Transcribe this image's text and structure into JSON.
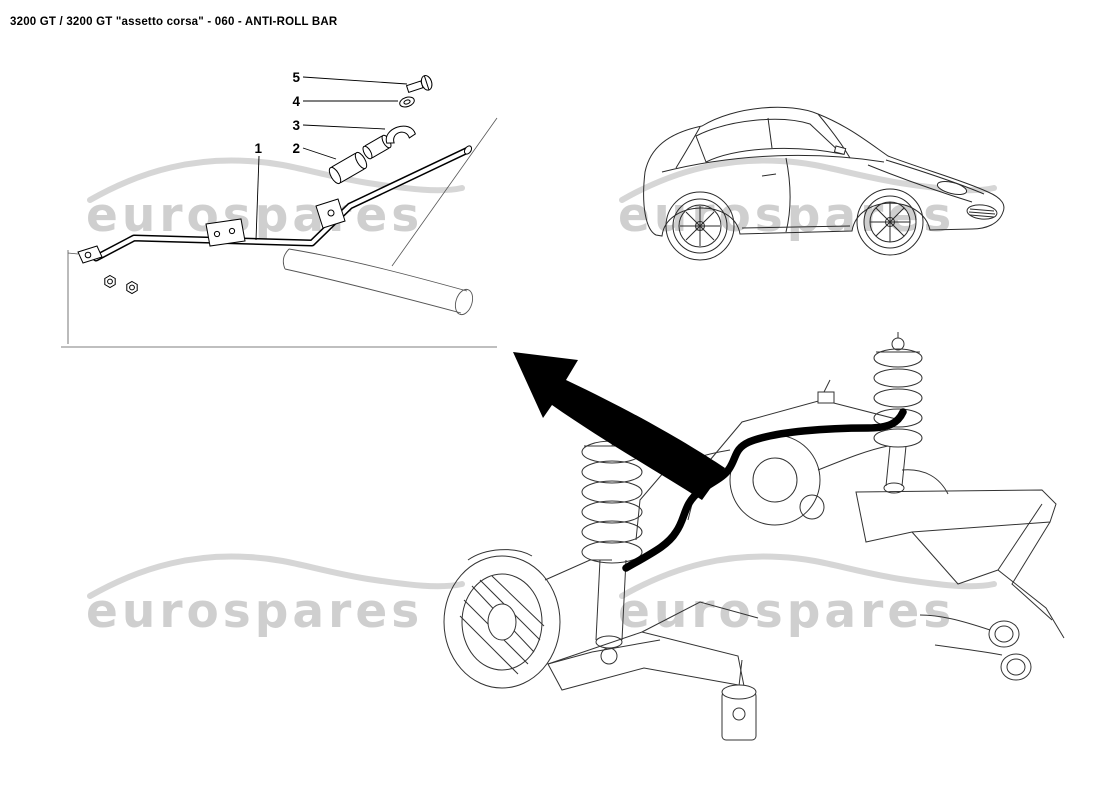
{
  "page": {
    "title": "3200 GT / 3200 GT \"assetto corsa\" - 060 - ANTI-ROLL BAR"
  },
  "watermark": {
    "text": "eurospares"
  },
  "diagram": {
    "subject": "Anti-roll bar",
    "callouts": [
      "1",
      "2",
      "3",
      "4",
      "5"
    ]
  }
}
